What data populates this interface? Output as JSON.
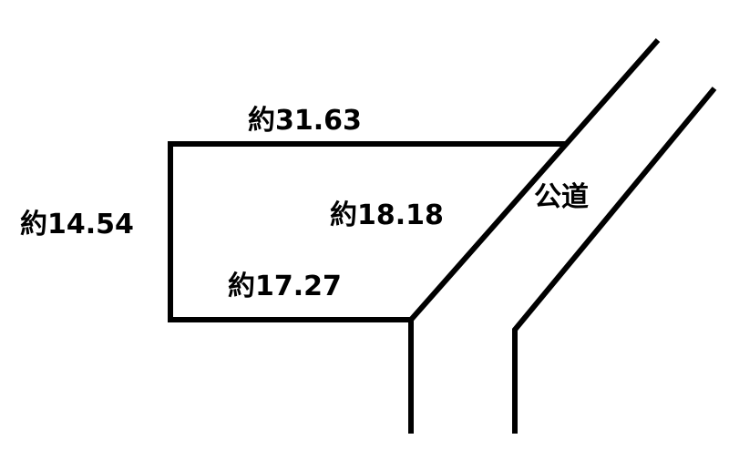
{
  "labels": {
    "top_edge": "約31.63",
    "left_edge": "約14.54",
    "diagonal_edge": "約18.18",
    "bottom_edge": "約17.27",
    "road": "公道"
  }
}
